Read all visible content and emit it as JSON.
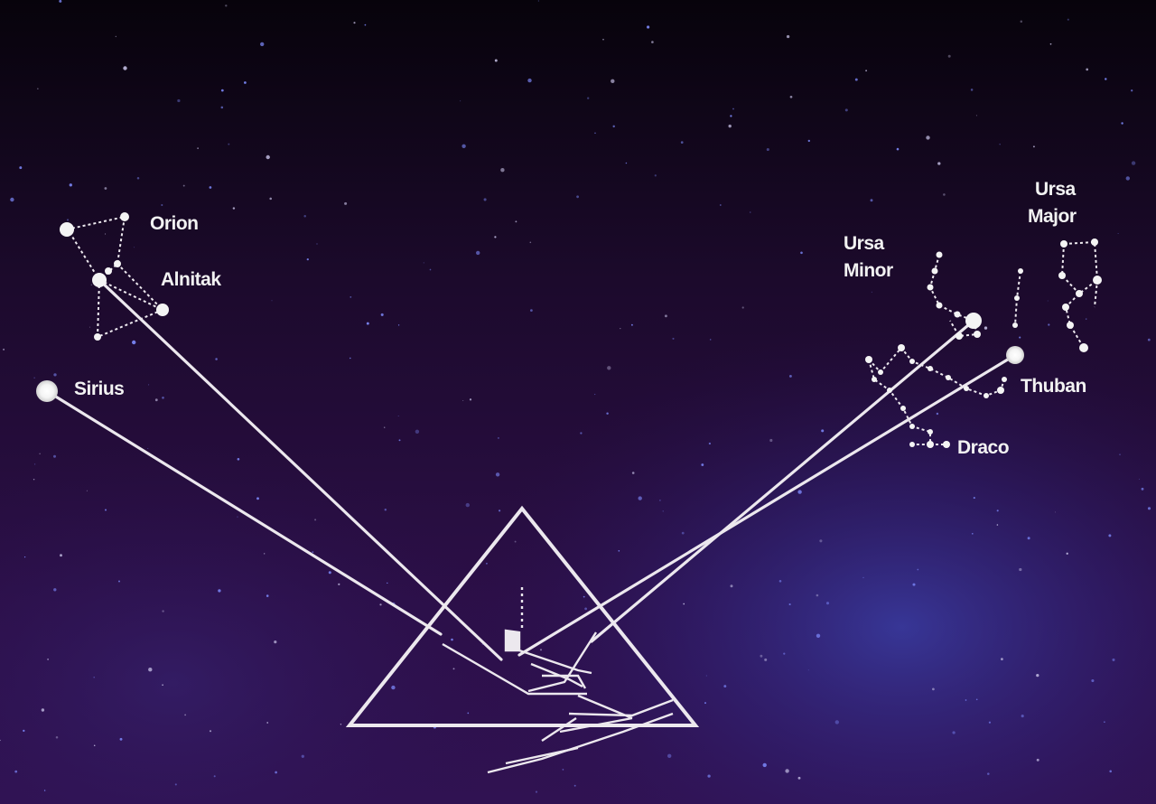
{
  "diagram": {
    "labels": {
      "orion": "Orion",
      "alnitak": "Alnitak",
      "sirius": "Sirius",
      "ursa_minor_line1": "Ursa",
      "ursa_minor_line2": "Minor",
      "ursa_major_line1": "Ursa",
      "ursa_major_line2": "Major",
      "thuban": "Thuban",
      "draco": "Draco"
    },
    "colors": {
      "sky_top": "#0b0410",
      "sky_mid": "#2a0f45",
      "sky_glow": "#3a3aa8",
      "line": "#ece8ee"
    }
  }
}
